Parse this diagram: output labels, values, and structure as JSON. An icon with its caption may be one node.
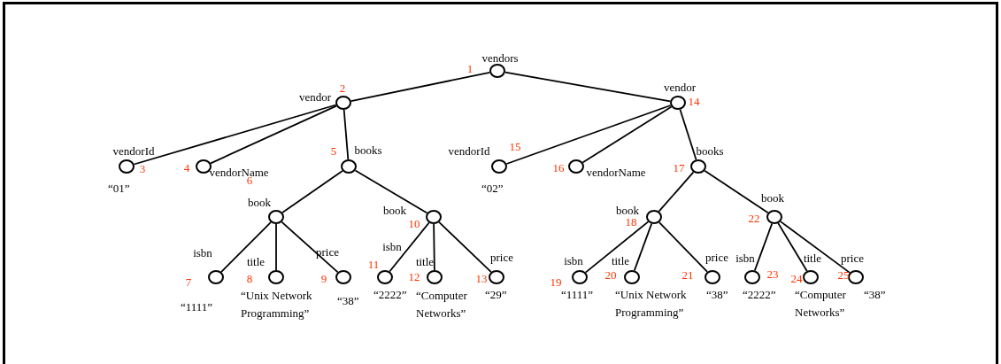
{
  "diagram": {
    "nodes": [
      {
        "text": [
          "vendors"
        ],
        "beside": [
          "1"
        ]
      },
      {
        "text": [
          "vendor"
        ],
        "beside": [
          "2"
        ]
      },
      {
        "text": [
          "vendorId"
        ],
        "beside": [
          "3",
          "“01”"
        ]
      },
      {
        "text": [
          "vendorName"
        ],
        "beside": [
          "4"
        ]
      },
      {
        "text": [
          "books"
        ],
        "beside": [
          "5"
        ]
      },
      {
        "text": [
          "book"
        ]
      },
      {
        "text": [
          "isbn"
        ],
        "beside": [
          "7",
          "“1111”"
        ]
      },
      {
        "text": [
          "title"
        ],
        "beside": [
          "8",
          "“Unix Network Programming”"
        ]
      },
      {
        "text": [
          "price"
        ],
        "beside": [
          "9",
          "“38”"
        ]
      },
      {
        "text": [
          "book"
        ],
        "beside": [
          "10"
        ]
      },
      {
        "text": [
          "isbn"
        ],
        "beside": [
          "11",
          "“2222”"
        ]
      },
      {
        "text": [
          "title"
        ],
        "beside": [
          "12",
          "“Computer Networks”"
        ]
      },
      {
        "text": [
          "price"
        ],
        "beside": [
          "13",
          "“29”"
        ]
      },
      {
        "text": [
          "vendor"
        ],
        "beside": [
          "14"
        ]
      },
      {
        "text": [
          "vendorId"
        ],
        "beside": [
          "15",
          "“02”"
        ]
      },
      {
        "text": [
          "vendorName"
        ],
        "beside": [
          "16"
        ]
      },
      {
        "text": [
          "books"
        ],
        "beside": [
          "17"
        ]
      },
      {
        "text": [
          "book"
        ],
        "beside": [
          "18"
        ]
      },
      {
        "text": [
          "isbn"
        ],
        "beside": [
          "19",
          "“1111”"
        ]
      },
      {
        "text": [
          "title"
        ],
        "beside": [
          "20",
          "“Unix Network Programming”"
        ]
      },
      {
        "text": [
          "price"
        ],
        "beside": [
          "21",
          "“38”"
        ]
      },
      {
        "text": [
          "book"
        ],
        "beside": [
          "22"
        ]
      },
      {
        "text": [
          "isbn"
        ],
        "beside": [
          "23",
          "“2222”"
        ]
      },
      {
        "text": [
          "title"
        ],
        "beside": [
          "24",
          "“Computer Networks”"
        ]
      },
      {
        "text": [
          "price"
        ],
        "beside": [
          "25",
          "“38”"
        ]
      }
    ],
    "edges": [
      {
        "from": 0,
        "to": 1,
        "arrow": "none"
      },
      {
        "from": 0,
        "to": 13,
        "arrow": "none"
      },
      {
        "from": 1,
        "to": 2,
        "arrow": "none"
      },
      {
        "from": 1,
        "to": 3,
        "arrow": "none"
      },
      {
        "from": 1,
        "to": 4,
        "arrow": "none"
      },
      {
        "from": 4,
        "to": 5,
        "arrow": "none"
      },
      {
        "from": 4,
        "to": 9,
        "arrow": "none"
      },
      {
        "from": 5,
        "to": 6,
        "arrow": "none"
      },
      {
        "from": 5,
        "to": 7,
        "arrow": "none"
      },
      {
        "from": 5,
        "to": 8,
        "arrow": "none"
      },
      {
        "from": 9,
        "to": 10,
        "arrow": "none"
      },
      {
        "from": 9,
        "to": 11,
        "arrow": "none"
      },
      {
        "from": 9,
        "to": 12,
        "arrow": "none"
      },
      {
        "from": 13,
        "to": 14,
        "arrow": "none"
      },
      {
        "from": 13,
        "to": 15,
        "arrow": "none"
      },
      {
        "from": 13,
        "to": 16,
        "arrow": "none"
      },
      {
        "from": 16,
        "to": 17,
        "arrow": "none"
      },
      {
        "from": 16,
        "to": 21,
        "arrow": "none"
      },
      {
        "from": 17,
        "to": 18,
        "arrow": "none"
      },
      {
        "from": 17,
        "to": 19,
        "arrow": "none"
      },
      {
        "from": 17,
        "to": 20,
        "arrow": "none"
      },
      {
        "from": 21,
        "to": 22,
        "arrow": "none"
      },
      {
        "from": 21,
        "to": 23,
        "arrow": "none"
      },
      {
        "from": 21,
        "to": 24,
        "arrow": "none"
      }
    ],
    "labels": [
      "6"
    ]
  }
}
